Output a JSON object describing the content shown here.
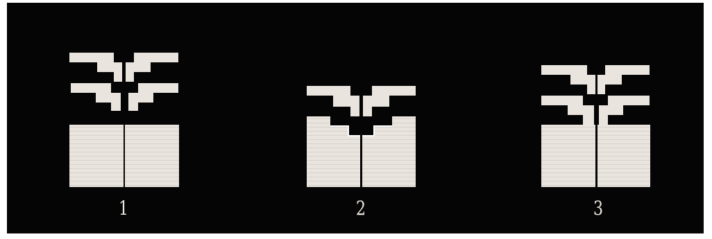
{
  "panel": {
    "background": "#050505",
    "fill_color": "#e9e4de",
    "seam_color": "#050505"
  },
  "figures": [
    {
      "label": "1"
    },
    {
      "label": "2"
    },
    {
      "label": "3"
    }
  ]
}
